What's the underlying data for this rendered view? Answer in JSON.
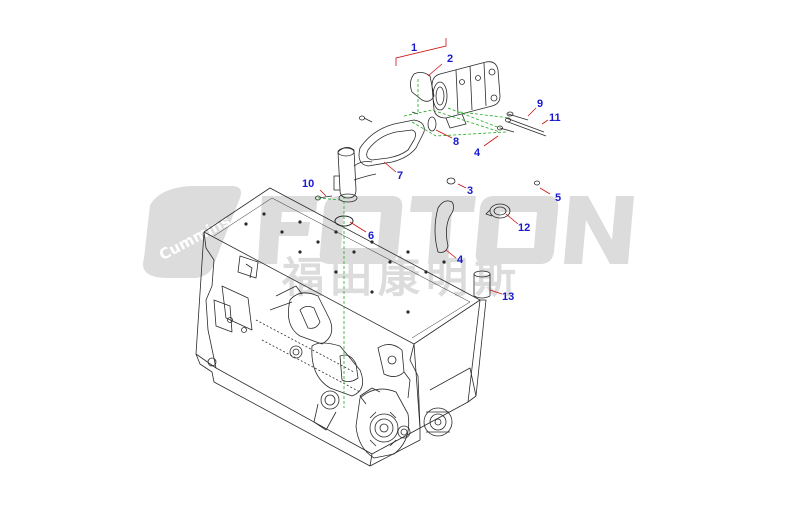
{
  "watermark": {
    "logo_text": "Cummins",
    "brand_text": "FOTON",
    "chinese_text": "福田康明斯"
  },
  "colors": {
    "callout": "#1a1acc",
    "leader": "#cc1111",
    "assembly_line": "#22aa22",
    "drawing": "#2a2a2a",
    "watermark": "#dcdcdc"
  },
  "callouts": [
    "1",
    "2",
    "3",
    "4",
    "4",
    "5",
    "6",
    "7",
    "8",
    "9",
    "10",
    "11",
    "12",
    "13"
  ]
}
